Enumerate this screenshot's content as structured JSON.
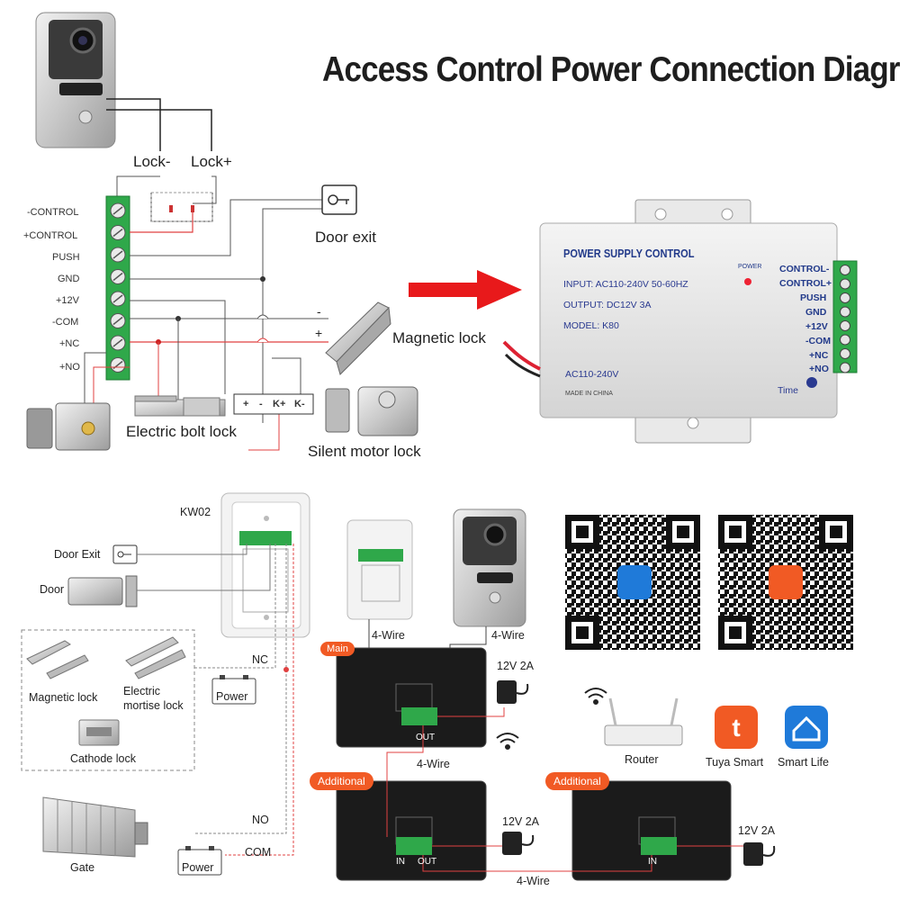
{
  "title": "Access Control Power Connection Diagram",
  "top_section": {
    "lock_minus": "Lock-",
    "lock_plus": "Lock+",
    "terminals": [
      "-CONTROL",
      "+CONTROL",
      "PUSH",
      "GND",
      "+12V",
      "-COM",
      "+NC",
      "+NO"
    ],
    "door_exit": "Door exit",
    "magnetic_lock": "Magnetic lock",
    "mag_minus": "-",
    "mag_plus": "+",
    "electric_bolt_lock": "Electric bolt lock",
    "silent_motor_lock": "Silent motor lock",
    "motor_terms": [
      "+",
      "-",
      "K+",
      "K-"
    ]
  },
  "power_supply": {
    "heading": "POWER SUPPLY CONTROL",
    "input": "INPUT:  AC110-240V  50-60HZ",
    "output": "OUTPUT:  DC12V  3A",
    "model": "MODEL:  K80",
    "ac": "AC110-240V",
    "made": "MADE IN CHINA",
    "power_led": "POWER",
    "time": "Time",
    "terminals": [
      "CONTROL-",
      "CONTROL+",
      "PUSH",
      "GND",
      "+12V",
      "-COM",
      "+NC",
      "+NO"
    ]
  },
  "bottom_section": {
    "kw02": "KW02",
    "door_exit": "Door Exit",
    "door": "Door",
    "nc": "NC",
    "power": "Power",
    "magnetic_lock": "Magnetic lock",
    "electric_mortise_1": "Electric",
    "electric_mortise_2": "mortise lock",
    "cathode_lock": "Cathode lock",
    "gate": "Gate",
    "no": "NO",
    "com": "COM",
    "power2": "Power",
    "four_wire_1": "4-Wire",
    "four_wire_2": "4-Wire",
    "four_wire_3": "4-Wire",
    "four_wire_4": "4-Wire",
    "main": "Main",
    "additional_1": "Additional",
    "additional_2": "Additional",
    "psu_1": "12V 2A",
    "psu_2": "12V 2A",
    "psu_3": "12V 2A",
    "out_1": "OUT",
    "in_1": "IN",
    "out_2": "OUT",
    "in_2": "IN",
    "router": "Router",
    "tuya": "Tuya Smart",
    "smart_life": "Smart Life"
  },
  "colors": {
    "red_wire": "#e04040",
    "arrow": "#e8191b",
    "terminal_green": "#2fa84a",
    "badge": "#f15a24",
    "psu_text": "#2a3a90"
  }
}
